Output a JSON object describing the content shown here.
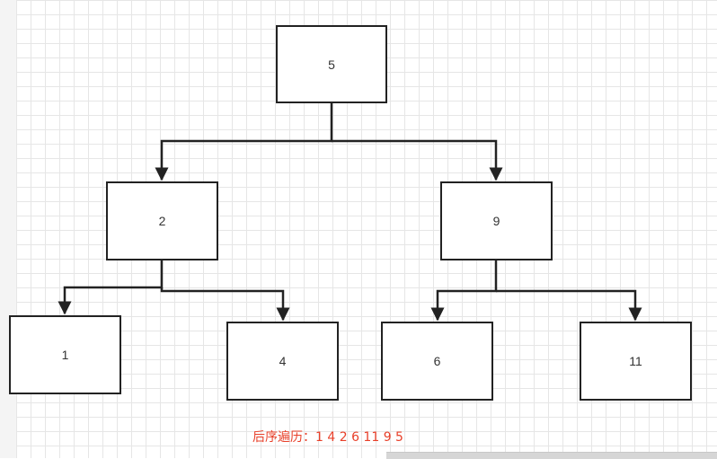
{
  "diagram": {
    "nodes": {
      "n5": "5",
      "n2": "2",
      "n9": "9",
      "n1": "1",
      "n4": "4",
      "n6": "6",
      "n11": "11"
    },
    "edges": [
      {
        "from": "n5",
        "to": "n2"
      },
      {
        "from": "n5",
        "to": "n9"
      },
      {
        "from": "n2",
        "to": "n1"
      },
      {
        "from": "n2",
        "to": "n4"
      },
      {
        "from": "n9",
        "to": "n6"
      },
      {
        "from": "n9",
        "to": "n11"
      }
    ],
    "caption": "后序遍历：1 4 2 6 11 9 5"
  }
}
